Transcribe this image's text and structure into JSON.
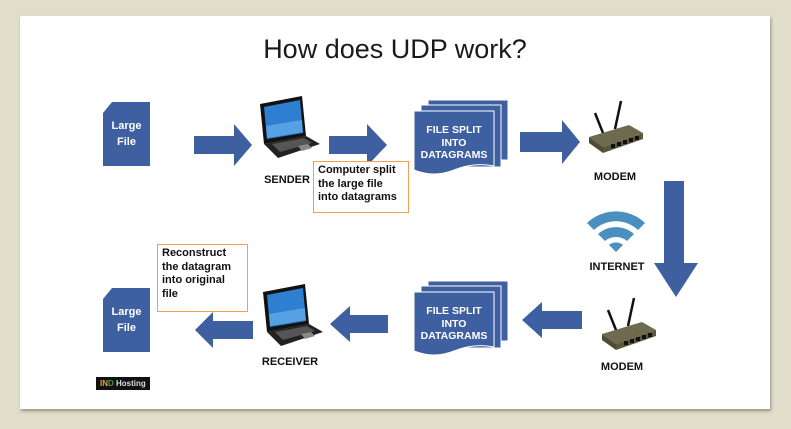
{
  "title": "How does UDP work?",
  "colors": {
    "shape_blue": "#3e5fa0",
    "wifi_blue": "#4a8fbd",
    "note_border": "#f0a050",
    "background": "#e0dec9"
  },
  "top_row": {
    "large_file": {
      "line1": "Large",
      "line2": "File",
      "icon": "file-icon"
    },
    "sender": {
      "label": "SENDER",
      "icon": "laptop-icon"
    },
    "note": [
      "Computer split",
      "the large file",
      "into datagrams"
    ],
    "datagrams": [
      "FILE SPLIT",
      "INTO",
      "DATAGRAMS"
    ],
    "modem": {
      "label": "MODEM",
      "icon": "router-icon"
    }
  },
  "internet": {
    "label": "INTERNET",
    "icon": "wifi-icon"
  },
  "bottom_row": {
    "modem": {
      "label": "MODEM",
      "icon": "router-icon"
    },
    "datagrams": [
      "FILE SPLIT",
      "INTO",
      "DATAGRAMS"
    ],
    "receiver": {
      "label": "RECEIVER",
      "icon": "laptop-icon"
    },
    "note": [
      "Reconstruct",
      "the datagram",
      "into original",
      "file"
    ],
    "large_file": {
      "line1": "Large",
      "line2": "File",
      "icon": "file-icon"
    }
  },
  "brand": {
    "part1": "IN",
    "part2": "D",
    "part3": " Hosting"
  }
}
